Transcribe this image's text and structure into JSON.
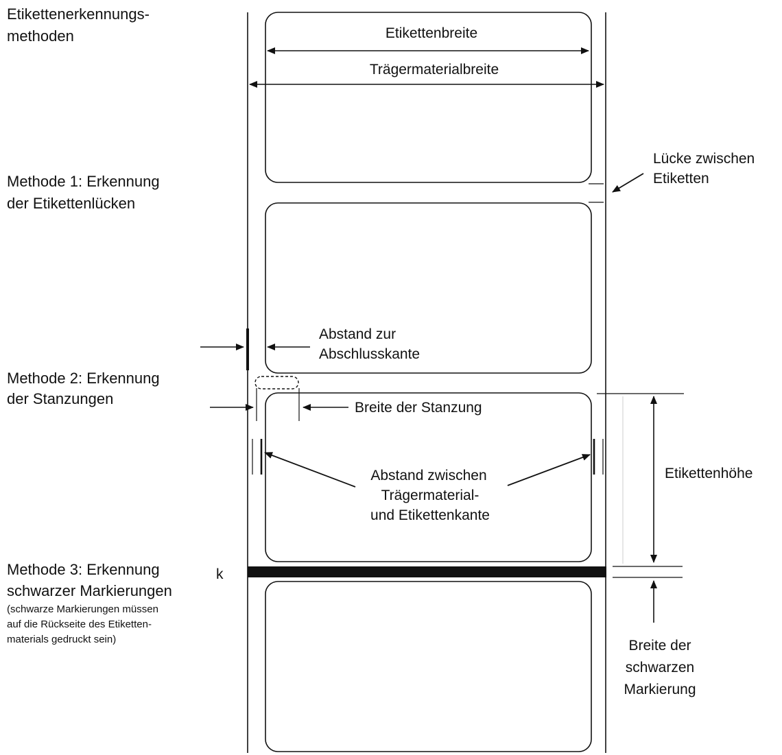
{
  "title": {
    "line1": "Etikettenerkennungs-",
    "line2": "methoden"
  },
  "methods": {
    "m1": {
      "line1": "Methode 1: Erkennung",
      "line2": "der Etikettenlücken"
    },
    "m2": {
      "line1": "Methode 2: Erkennung",
      "line2": "der Stanzungen"
    },
    "m3": {
      "line1": "Methode 3: Erkennung",
      "line2": "schwarzer Markierungen",
      "note1": "(schwarze Markierungen müssen",
      "note2": "auf die Rückseite des Etiketten-",
      "note3": "materials gedruckt sein)"
    }
  },
  "labels": {
    "label_width": "Etikettenbreite",
    "liner_width": "Trägermaterialbreite",
    "gap_line1": "Lücke zwischen",
    "gap_line2": "Etiketten",
    "offset_line1": "Abstand zur",
    "offset_line2": "Abschlusskante",
    "notch_width": "Breite der Stanzung",
    "edge_line1": "Abstand zwischen",
    "edge_line2": "Trägermaterial-",
    "edge_line3": "und Etikettenkante",
    "label_height": "Etikettenhöhe",
    "mark_letter": "k",
    "mark_line1": "Breite der",
    "mark_line2": "schwarzen",
    "mark_line3": "Markierung"
  }
}
